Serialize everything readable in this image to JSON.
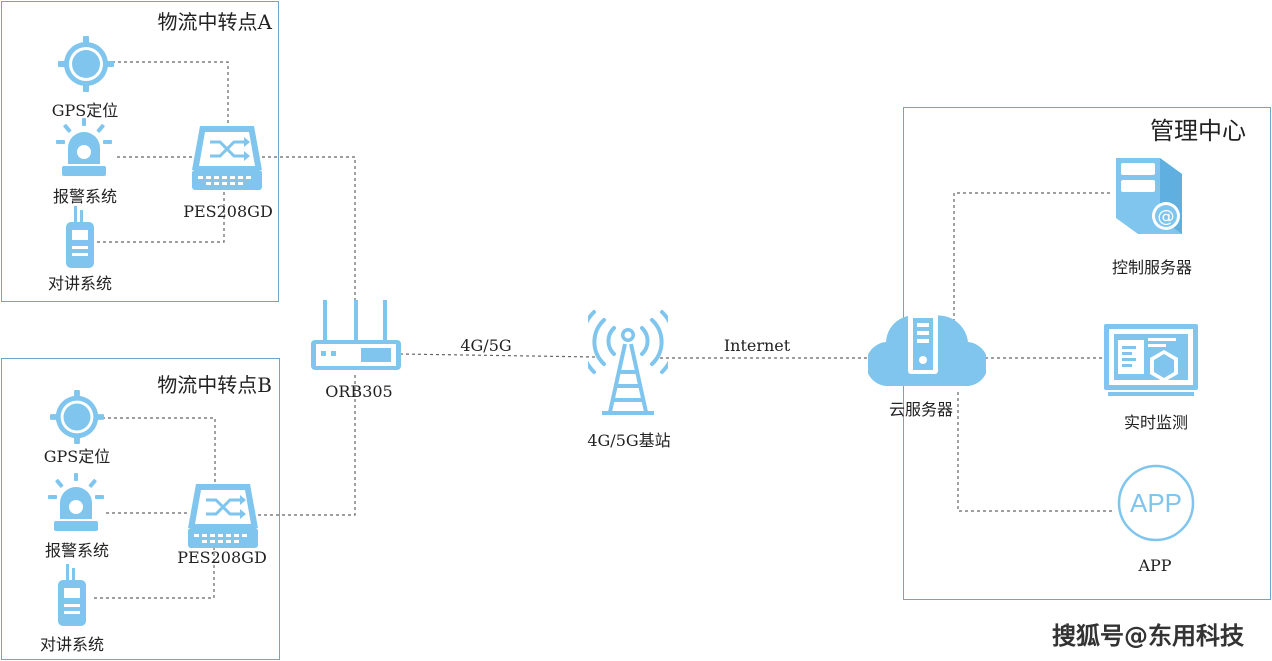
{
  "colors": {
    "accent": "#7fc5ee",
    "line": "#666666",
    "frame": "#6fa6c8"
  },
  "site_a": {
    "title": "物流中转点A",
    "gps": "GPS定位",
    "alarm": "报警系统",
    "intercom": "对讲系统",
    "switch": "PES208GD"
  },
  "site_b": {
    "title": "物流中转点B",
    "gps": "GPS定位",
    "alarm": "报警系统",
    "intercom": "对讲系统",
    "switch": "PES208GD"
  },
  "router": "ORB305",
  "link_4g5g": "4G/5G",
  "tower": "4G/5G基站",
  "link_internet": "Internet",
  "cloud": "云服务器",
  "mgmt": {
    "title": "管理中心",
    "control_server": "控制服务器",
    "monitor": "实时监测",
    "app_icon_text": "APP",
    "app": "APP"
  },
  "watermark": "搜狐号@东用科技"
}
